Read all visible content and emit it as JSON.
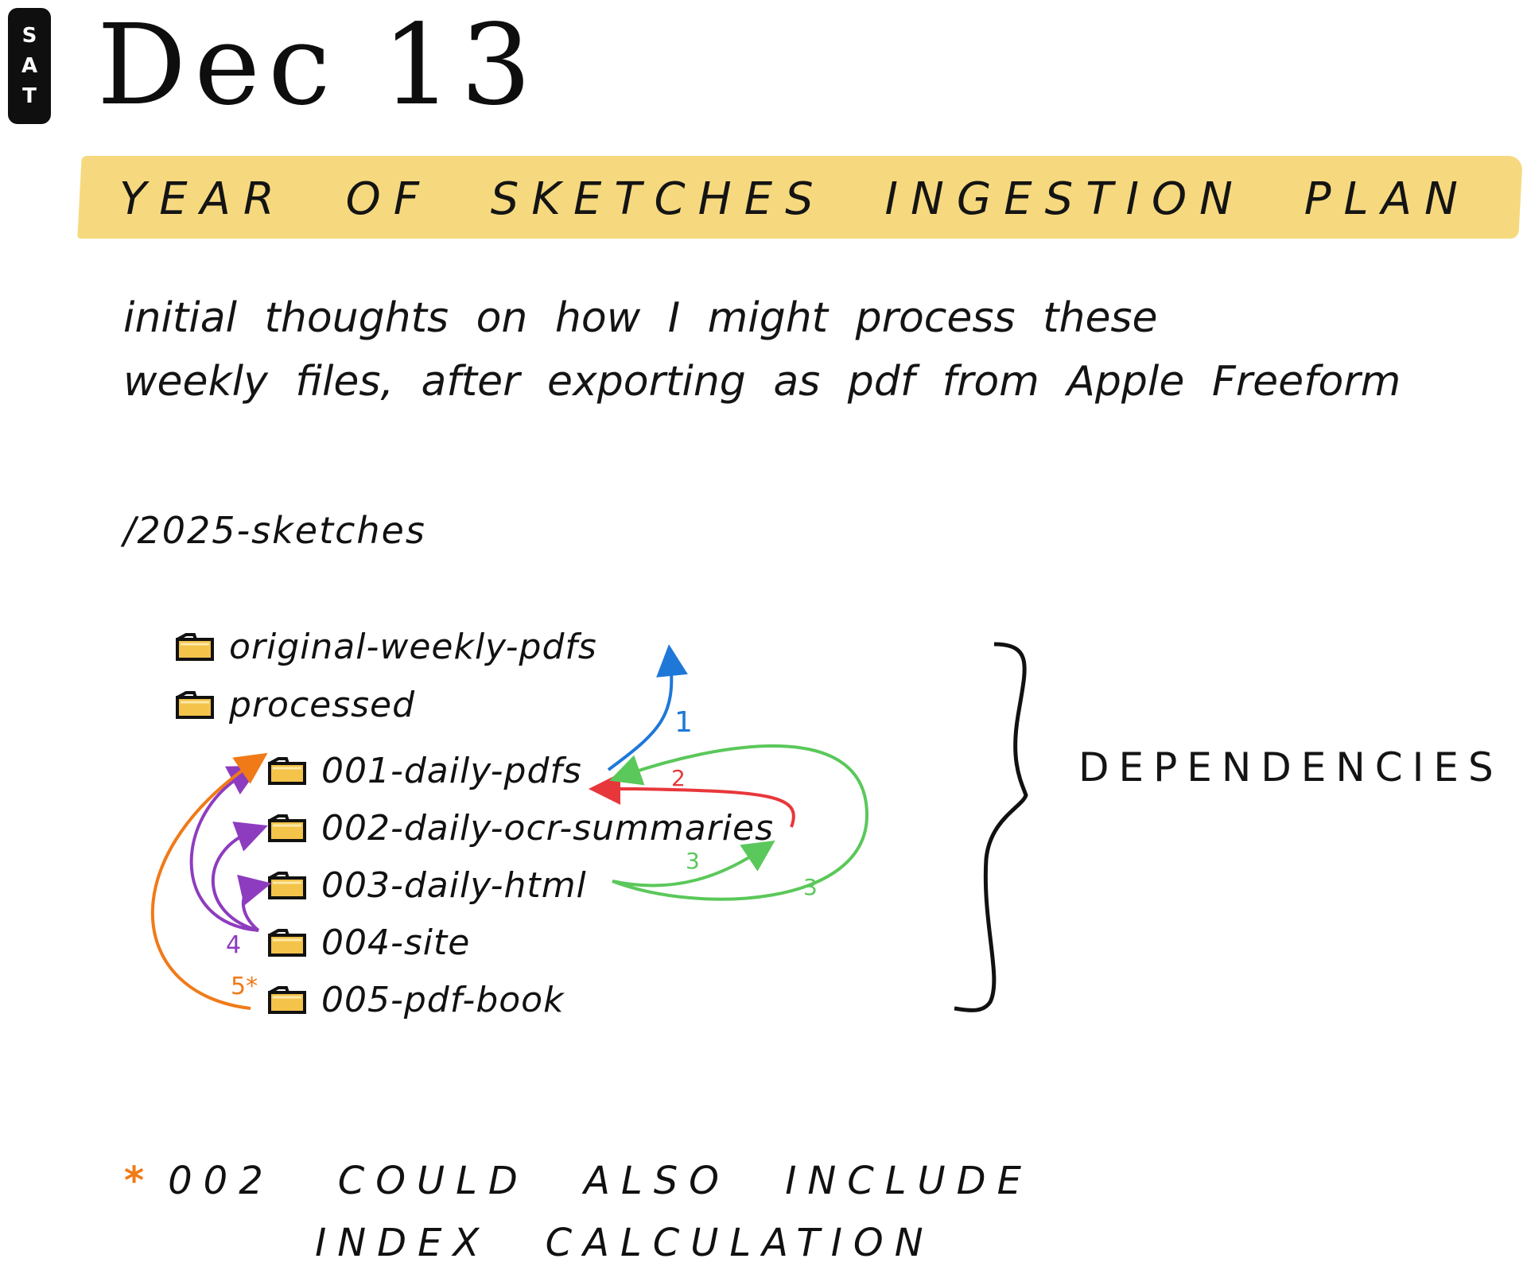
{
  "header": {
    "day_letters": [
      "S",
      "A",
      "T"
    ],
    "date": "Dec 13"
  },
  "banner": {
    "title": "YEAR OF SKETCHES INGESTION PLAN",
    "color": "#f6d97e"
  },
  "intro": {
    "line1": "initial thoughts on how I might process these",
    "line2": "weekly files, after exporting as pdf from Apple Freeform"
  },
  "root": "/2025-sketches",
  "folders": [
    {
      "name": "original-weekly-pdfs"
    },
    {
      "name": "processed"
    },
    {
      "name": "001-daily-pdfs"
    },
    {
      "name": "002-daily-ocr-summaries"
    },
    {
      "name": "003-daily-html"
    },
    {
      "name": "004-site"
    },
    {
      "name": "005-pdf-book"
    }
  ],
  "steps": [
    {
      "label": "1",
      "color": "#1f78d8",
      "from": "001-daily-pdfs",
      "to": "original-weekly-pdfs"
    },
    {
      "label": "2",
      "color": "#e8373b",
      "from": "002-daily-ocr-summaries",
      "to": "001-daily-pdfs"
    },
    {
      "label": "3",
      "color": "#5ac85a",
      "from": "003-daily-html",
      "to": "002-daily-ocr-summaries"
    },
    {
      "label": "3",
      "color": "#5ac85a",
      "from": "003-daily-html",
      "to": "001-daily-pdfs"
    },
    {
      "label": "4",
      "color": "#8d3cbf",
      "from": "004-site",
      "to": "001-daily-pdfs, 002-daily-ocr-summaries, 003-daily-html"
    },
    {
      "label": "5*",
      "color": "#f07a18",
      "from": "005-pdf-book",
      "to": "001-daily-pdfs"
    }
  ],
  "dependencies_label": "DEPENDENCIES",
  "footnote": {
    "marker": "*",
    "ref": "002",
    "line1": "COULD ALSO INCLUDE",
    "line2": "INDEX CALCULATION"
  },
  "folder_color": "#f3c34a"
}
